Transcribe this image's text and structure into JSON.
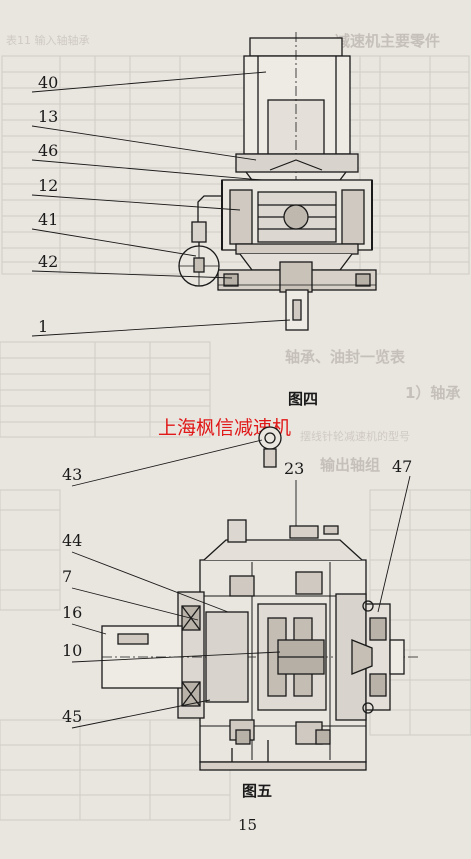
{
  "figure4": {
    "caption": "图四",
    "callouts": [
      "40",
      "13",
      "46",
      "12",
      "41",
      "42",
      "1"
    ]
  },
  "figure5": {
    "caption": "图五",
    "callouts_left": [
      "43",
      "44",
      "7",
      "16",
      "10",
      "45"
    ],
    "callouts_right": [
      "23",
      "47"
    ]
  },
  "watermark": "上海枫信减速机",
  "page_number": "15",
  "bleed_through": {
    "top_right_heading": "减速机主要零件",
    "middle_right_1": "轴承、油封一览表",
    "middle_right_2": "1）轴承",
    "middle_right_3": "摆线针轮减速机的型号",
    "middle_right_4": "输出轴组",
    "top_left": "表11 输入轴轴承"
  },
  "colors": {
    "paper": "#e9e5df",
    "ink": "#1a1a1a",
    "watermark": "#e01818"
  }
}
